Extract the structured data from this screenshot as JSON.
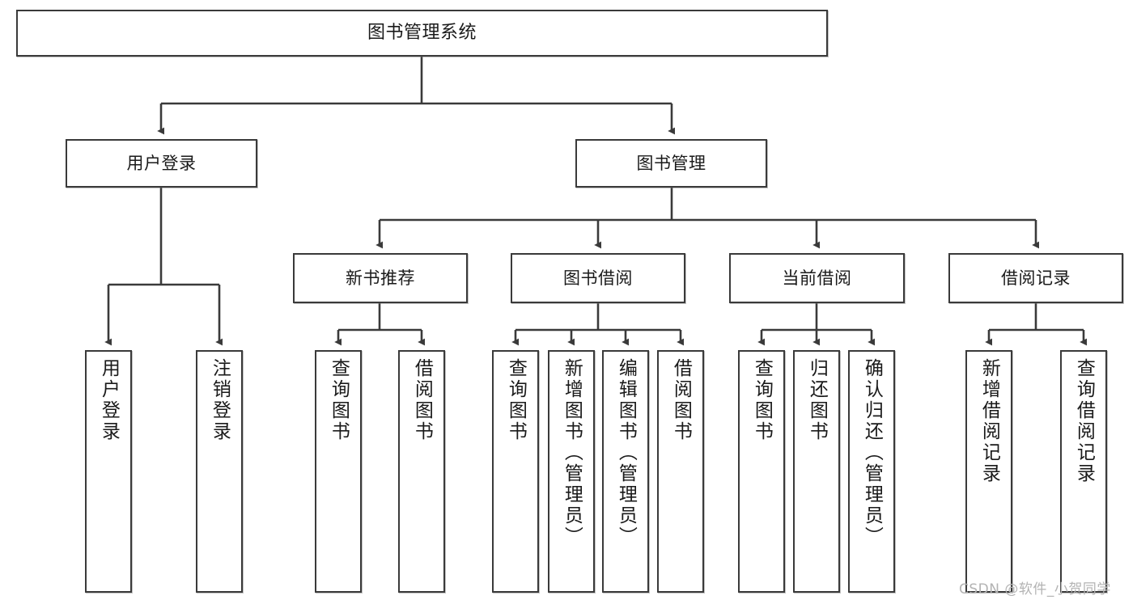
{
  "diagram": {
    "title": "图书管理系统",
    "type": "tree-hierarchy",
    "root": {
      "label": "图书管理系统"
    },
    "level1": [
      {
        "label": "用户登录"
      },
      {
        "label": "图书管理"
      }
    ],
    "level2": [
      {
        "label": "新书推荐"
      },
      {
        "label": "图书借阅"
      },
      {
        "label": "当前借阅"
      },
      {
        "label": "借阅记录"
      }
    ],
    "leaves": {
      "user_login": [
        {
          "label": "用户登录"
        },
        {
          "label": "注销登录"
        }
      ],
      "new_book_recommend": [
        {
          "label": "查询图书"
        },
        {
          "label": "借阅图书"
        }
      ],
      "book_borrow": [
        {
          "label": "查询图书"
        },
        {
          "label": "新增图书（管理员）"
        },
        {
          "label": "编辑图书（管理员）"
        },
        {
          "label": "借阅图书"
        }
      ],
      "current_borrow": [
        {
          "label": "查询图书"
        },
        {
          "label": "归还图书"
        },
        {
          "label": "确认归还（管理员）"
        }
      ],
      "borrow_record": [
        {
          "label": "新增借阅记录"
        },
        {
          "label": "查询借阅记录"
        }
      ]
    }
  },
  "watermark": {
    "text": "CSDN @软件_小贺同学"
  },
  "colors": {
    "stroke": "#3a3a3a",
    "box_fill": "#ffffff",
    "text": "#1a1a1a",
    "watermark": "#b3b3b3"
  }
}
